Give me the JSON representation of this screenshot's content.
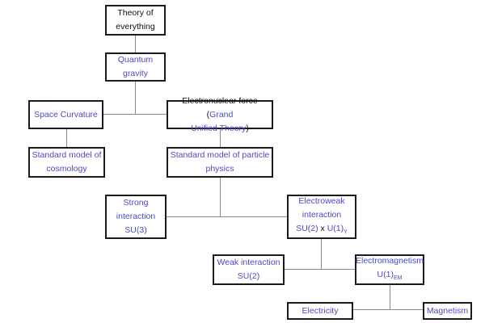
{
  "colors": {
    "link": "#4a4ac8",
    "text": "#111111",
    "border": "#1a1a1a",
    "connector": "#8a8a8a"
  },
  "nodes": {
    "toe": {
      "line1": "Theory of",
      "line2": "everything"
    },
    "qg": {
      "line1": "Quantum",
      "line2": "gravity"
    },
    "sc": {
      "line1": "Space Curvature"
    },
    "en": {
      "line1a": "Electronuclear force (",
      "line1b": "Grand",
      "line2a": "Unified Theory",
      "line2b": ")"
    },
    "smc": {
      "line1": "Standard model of",
      "line2": "cosmology"
    },
    "smp": {
      "line1": "Standard model of particle",
      "line2": "physics"
    },
    "strong": {
      "line1": "Strong",
      "line2": "interaction",
      "line3": "SU(3)"
    },
    "ew": {
      "line1": "Electroweak",
      "line2": "interaction",
      "line3a": "SU(2)",
      "line3b": " x ",
      "line3c": "U(1)",
      "line3sub": "Y"
    },
    "weak": {
      "line1": "Weak interaction",
      "line2": "SU(2)"
    },
    "em": {
      "line1": "Electromagnetism",
      "line2": "U(1)",
      "line2sub": "EM"
    },
    "elec": {
      "line1": "Electricity"
    },
    "mag": {
      "line1": "Magnetism"
    }
  }
}
